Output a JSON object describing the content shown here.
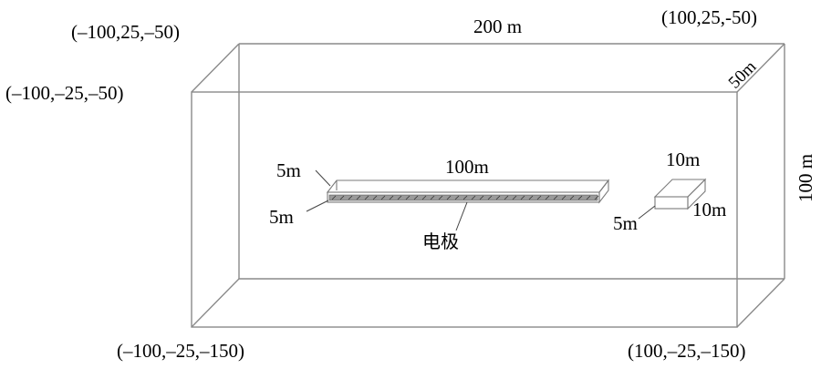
{
  "corners": {
    "back_top_left": "(–100,25,–50)",
    "back_top_right": "(100,25,-50)",
    "front_top_left": "(–100,–25,–50)",
    "front_bottom_left": "(–100,–25,–150)",
    "front_bottom_right": "(100,–25,–150)"
  },
  "dimensions": {
    "length": "200 m",
    "depth": "50m",
    "height": "100 m"
  },
  "electrode_box": {
    "length": "100m",
    "height": "5m",
    "width": "5m",
    "label": "电极"
  },
  "small_box": {
    "length": "10m",
    "width": "10m",
    "height": "5m"
  }
}
